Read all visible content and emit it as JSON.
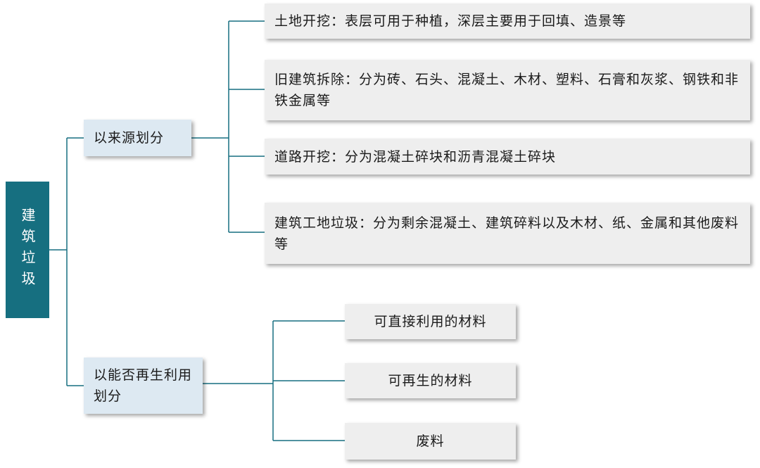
{
  "root": {
    "label": "建筑垃圾"
  },
  "branches": [
    {
      "label": "以来源划分",
      "children": [
        "土地开挖：表层可用于种植，深层主要用于回填、造景等",
        "旧建筑拆除：分为砖、石头、混凝土、木材、塑料、石膏和灰浆、钢铁和非铁金属等",
        "道路开挖：分为混凝土碎块和沥青混凝土碎块",
        "建筑工地垃圾：分为剩余混凝土、建筑碎料以及木材、纸、金属和其他废料等"
      ]
    },
    {
      "label": "以能否再生利用划分",
      "children": [
        "可直接利用的材料",
        "可再生的材料",
        "废料"
      ]
    }
  ],
  "colors": {
    "root_bg": "#166f80",
    "mid_bg": "#dde9f2",
    "leaf_bg": "#eeeeee",
    "line": "#166f80"
  }
}
